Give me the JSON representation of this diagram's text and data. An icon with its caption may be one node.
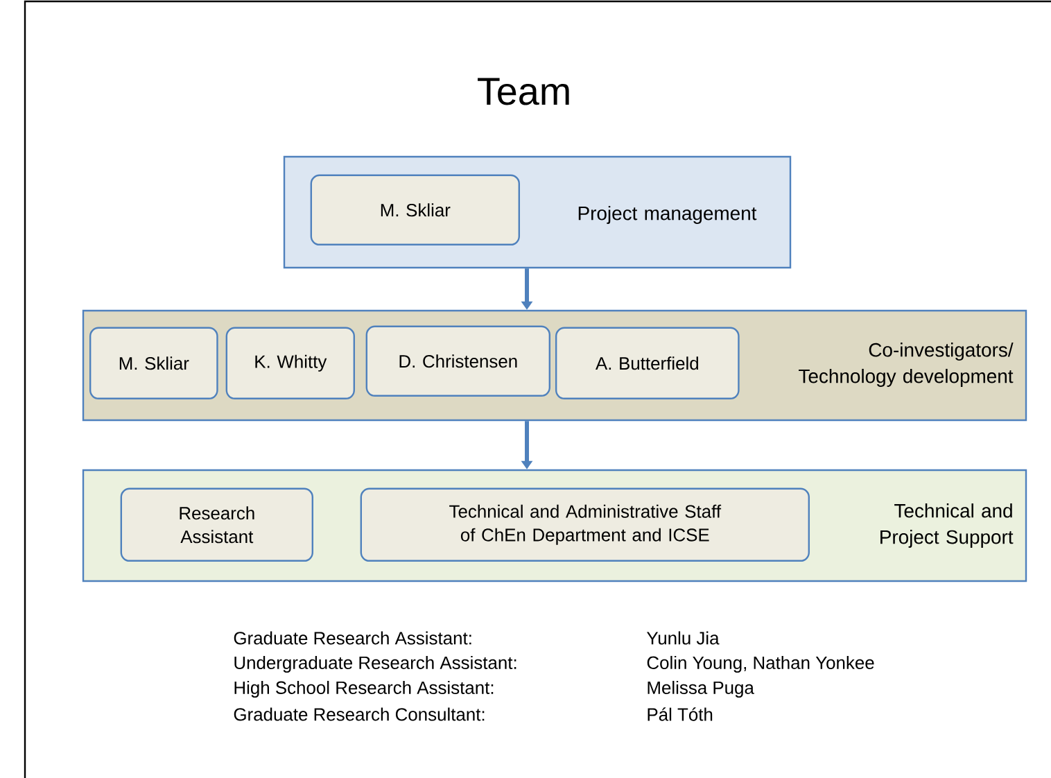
{
  "diagram": {
    "title": "Team",
    "nodes": [
      {
        "text": [
          "Project management"
        ]
      },
      {
        "text": [
          "M. Skliar"
        ],
        "in": 0
      },
      {
        "text": [
          "Co-investigators/ Technology development"
        ]
      },
      {
        "text": [
          "M. Skliar"
        ],
        "in": 2
      },
      {
        "text": [
          "K. Whitty"
        ],
        "in": 2
      },
      {
        "text": [
          "D. Christensen"
        ],
        "in": 2
      },
      {
        "text": [
          "A. Butterfield"
        ],
        "in": 2
      },
      {
        "text": [
          "Technical and Project Support"
        ]
      },
      {
        "text": [
          "Research Assistant"
        ],
        "in": 7
      },
      {
        "text": [
          "Technical and Administrative Staff of ChEn Department and ICSE"
        ],
        "in": 7
      }
    ],
    "edges": [
      {
        "from": 0,
        "to": 2,
        "arrow": "to"
      },
      {
        "from": 2,
        "to": 7,
        "arrow": "to"
      }
    ],
    "labels": [
      "Graduate Research Assistant:",
      "Yunlu Jia",
      "Undergraduate Research Assistant:",
      "Colin Young, Nathan Yonkee",
      "High School Research Assistant:",
      "Melissa Puga",
      "Graduate Research Consultant:",
      "Pál Tóth"
    ]
  }
}
